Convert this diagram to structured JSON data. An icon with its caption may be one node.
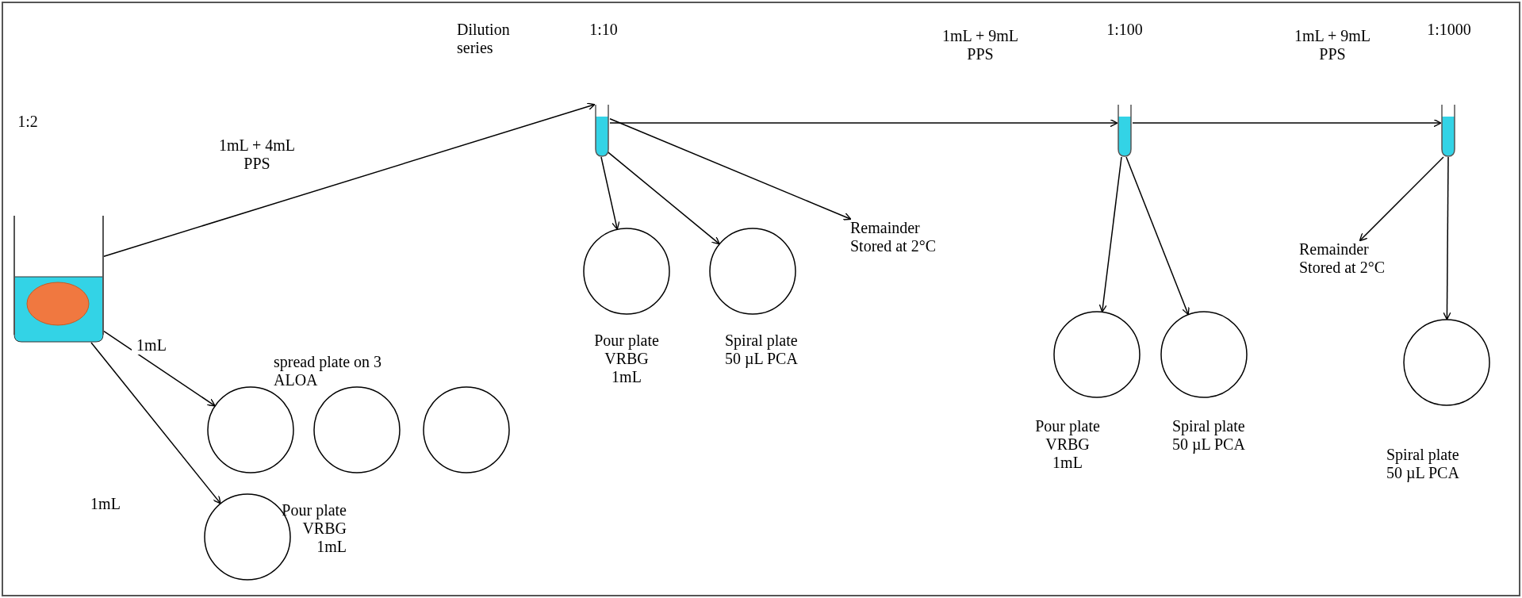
{
  "diagram": {
    "nodes": [
      {
        "text": [],
        "shape": "picture"
      },
      {
        "text": [],
        "shape": "box"
      },
      {
        "text": [],
        "shape": "box"
      },
      {
        "text": [],
        "shape": "box"
      },
      {
        "text": [],
        "shape": "circle"
      },
      {
        "text": [],
        "shape": "circle"
      },
      {
        "text": [],
        "shape": "circle"
      },
      {
        "text": [],
        "shape": "circle",
        "beside": [
          "Pour plate VRBG 1mL"
        ]
      },
      {
        "text": [],
        "shape": "circle",
        "beside": [
          "Pour plate VRBG 1mL"
        ]
      },
      {
        "text": [],
        "shape": "circle",
        "beside": [
          "Spiral plate 50 µL PCA"
        ]
      },
      {
        "text": [
          "Remainder Stored at 2°C"
        ]
      },
      {
        "text": [],
        "shape": "circle",
        "beside": [
          "Pour plate VRBG 1mL"
        ]
      },
      {
        "text": [],
        "shape": "circle",
        "beside": [
          "Spiral plate 50 µL PCA"
        ]
      },
      {
        "text": [
          "Remainder Stored at 2°C"
        ]
      },
      {
        "text": [],
        "shape": "circle",
        "beside": [
          "Spiral plate 50 µL PCA"
        ]
      }
    ],
    "edges": [
      {
        "from": 0,
        "to": 1,
        "arrow": "to",
        "label": "1mL + 4mL PPS"
      },
      {
        "from": 0,
        "to": 4,
        "arrow": "to",
        "label": "1mL"
      },
      {
        "from": 0,
        "to": 7,
        "arrow": "to",
        "label": "1mL"
      },
      {
        "from": 1,
        "to": 2,
        "arrow": "to",
        "label": "1mL + 9mL PPS"
      },
      {
        "from": 2,
        "to": 3,
        "arrow": "to",
        "label": "1mL + 9mL PPS"
      },
      {
        "from": 1,
        "to": 8,
        "arrow": "to"
      },
      {
        "from": 1,
        "to": 9,
        "arrow": "to"
      },
      {
        "from": 1,
        "to": 10,
        "arrow": "to"
      },
      {
        "from": 2,
        "to": 11,
        "arrow": "to"
      },
      {
        "from": 2,
        "to": 12,
        "arrow": "to"
      },
      {
        "from": 3,
        "to": 13,
        "arrow": "to"
      },
      {
        "from": 3,
        "to": 14,
        "arrow": "to"
      }
    ],
    "labels": [
      "Dilution series",
      "1:10",
      "1:100",
      "1:1000",
      "1:2",
      "spread plate on 3 ALOA"
    ]
  }
}
